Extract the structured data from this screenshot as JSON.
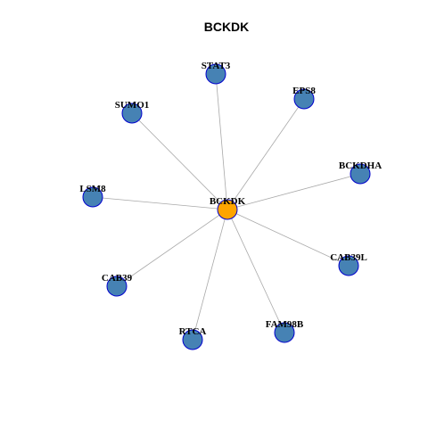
{
  "title": "BCKDK",
  "colors": {
    "hub_fill": "#FFA500",
    "leaf_fill": "#4682B4",
    "node_stroke": "#0000CD",
    "edge": "#A9A9A9"
  },
  "nodes": [
    {
      "id": "BCKDK",
      "label": "BCKDK",
      "role": "hub"
    },
    {
      "id": "STAT3",
      "label": "STAT3",
      "role": "leaf"
    },
    {
      "id": "EPS8",
      "label": "EPS8",
      "role": "leaf"
    },
    {
      "id": "SUMO1",
      "label": "SUMO1",
      "role": "leaf"
    },
    {
      "id": "BCKDHA",
      "label": "BCKDHA",
      "role": "leaf"
    },
    {
      "id": "LSM8",
      "label": "LSM8",
      "role": "leaf"
    },
    {
      "id": "CAB39L",
      "label": "CAB39L",
      "role": "leaf"
    },
    {
      "id": "CAB39",
      "label": "CAB39",
      "role": "leaf"
    },
    {
      "id": "FAM98B",
      "label": "FAM98B",
      "role": "leaf"
    },
    {
      "id": "RTCA",
      "label": "RTCA",
      "role": "leaf"
    }
  ],
  "edges": [
    {
      "source": "BCKDK",
      "target": "STAT3"
    },
    {
      "source": "BCKDK",
      "target": "EPS8"
    },
    {
      "source": "BCKDK",
      "target": "SUMO1"
    },
    {
      "source": "BCKDK",
      "target": "BCKDHA"
    },
    {
      "source": "BCKDK",
      "target": "LSM8"
    },
    {
      "source": "BCKDK",
      "target": "CAB39L"
    },
    {
      "source": "BCKDK",
      "target": "CAB39"
    },
    {
      "source": "BCKDK",
      "target": "FAM98B"
    },
    {
      "source": "BCKDK",
      "target": "RTCA"
    }
  ]
}
